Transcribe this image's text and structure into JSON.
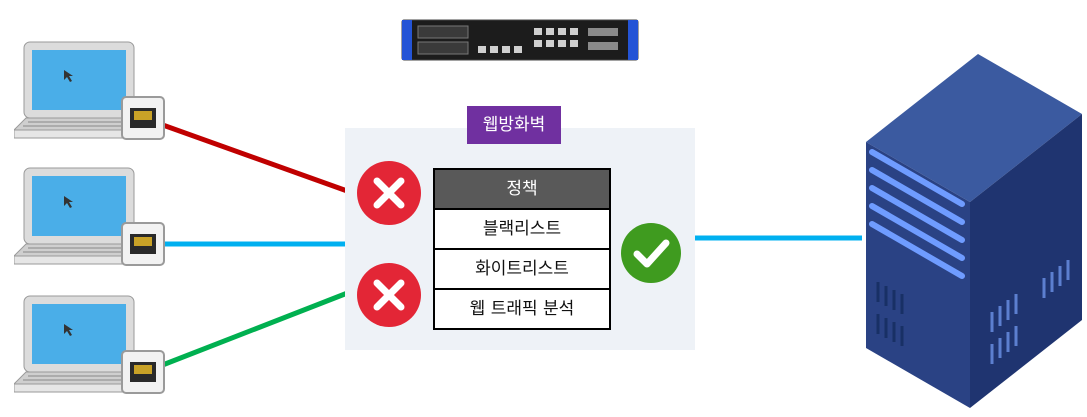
{
  "firewall": {
    "title": "웹방화벽"
  },
  "policy_table": {
    "header": "정책",
    "rows": [
      "블랙리스트",
      "화이트리스트",
      "웹 트래픽 분석"
    ]
  },
  "connections": [
    {
      "status": "blocked",
      "color": "#c00000"
    },
    {
      "status": "allowed",
      "color": "#00b0f0"
    },
    {
      "status": "blocked",
      "color": "#00b050"
    }
  ],
  "colors": {
    "blocked_badge": "#e32636",
    "allowed_badge": "#3f9b1f",
    "firewall_label": "#7030a0",
    "server_body": "#2f4b8c",
    "server_light": "#6f9cff"
  },
  "icons": [
    "laptop-icon",
    "ethernet-port-icon",
    "firewall-appliance-icon",
    "blocked-x-icon",
    "check-icon",
    "server-icon"
  ]
}
